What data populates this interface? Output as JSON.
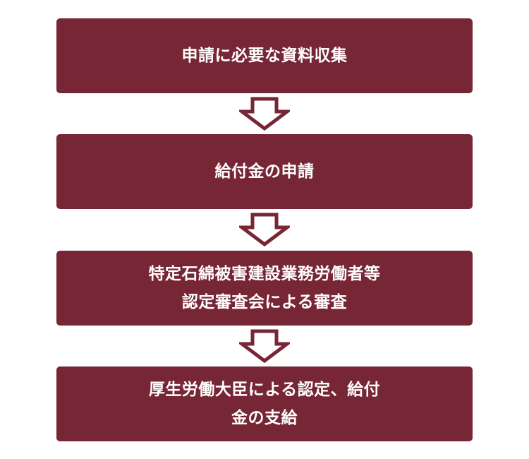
{
  "flow": {
    "steps": [
      {
        "label": "申請に必要な資料収集"
      },
      {
        "label": "給付金の申請"
      },
      {
        "label": "特定石綿被害建設業務労働者等\n認定審査会による審査"
      },
      {
        "label": "厚生労働大臣による認定、給付\n金の支給"
      }
    ]
  },
  "colors": {
    "box_fill": "#762634",
    "box_text": "#ffffff",
    "arrow_stroke": "#762634",
    "arrow_fill": "#ffffff"
  },
  "icons": {
    "arrow": "down-arrow-icon"
  }
}
